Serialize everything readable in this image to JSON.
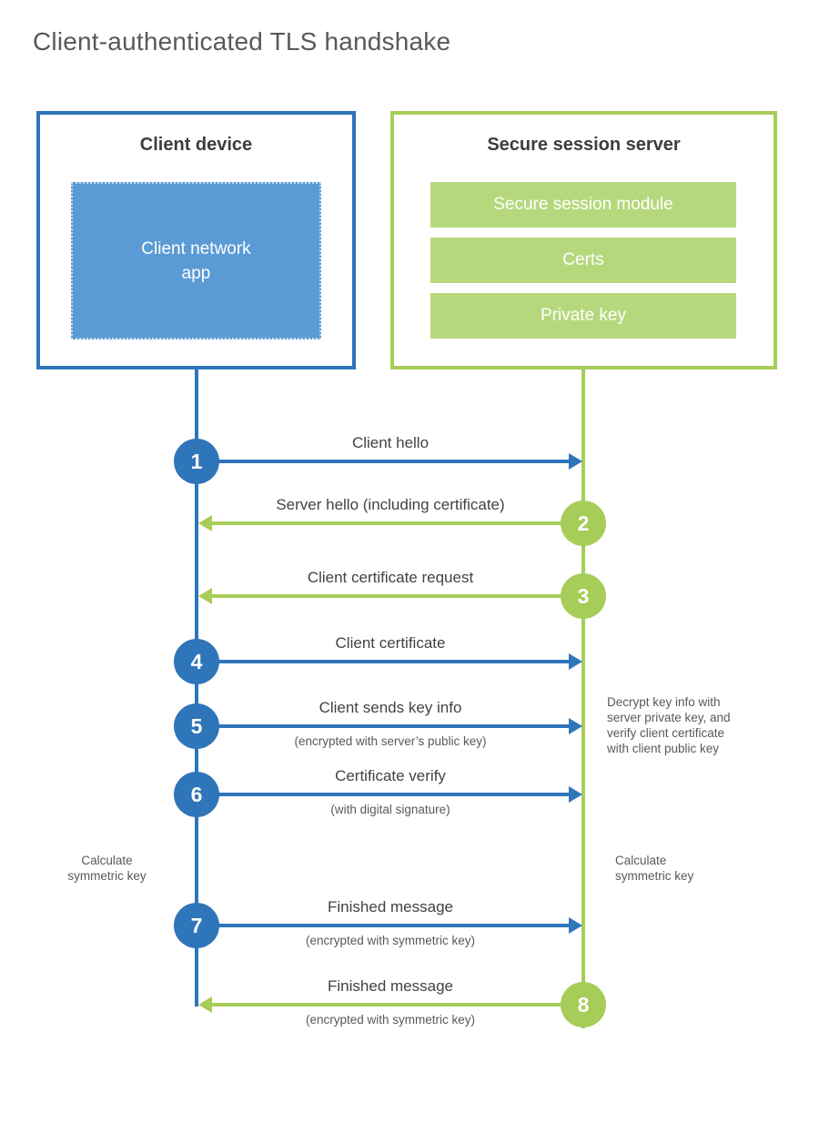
{
  "title": "Client-authenticated TLS handshake",
  "colors": {
    "blue": "#2e75b9",
    "blue_light": "#5b9bd5",
    "green": "#a6cd58",
    "green_light": "#b5d87c"
  },
  "client": {
    "title": "Client device",
    "app_label": "Client network\napp"
  },
  "server": {
    "title": "Secure session server",
    "modules": [
      "Secure session module",
      "Certs",
      "Private key"
    ]
  },
  "steps": [
    {
      "num": "1",
      "from": "client",
      "label": "Client hello",
      "sub": ""
    },
    {
      "num": "2",
      "from": "server",
      "label": "Server hello (including certificate)",
      "sub": ""
    },
    {
      "num": "3",
      "from": "server",
      "label": "Client certificate request",
      "sub": ""
    },
    {
      "num": "4",
      "from": "client",
      "label": "Client certificate",
      "sub": ""
    },
    {
      "num": "5",
      "from": "client",
      "label": "Client sends key info",
      "sub": "(encrypted with server’s public key)"
    },
    {
      "num": "6",
      "from": "client",
      "label": "Certificate verify",
      "sub": "(with digital signature)"
    },
    {
      "num": "7",
      "from": "client",
      "label": "Finished message",
      "sub": "(encrypted with symmetric key)"
    },
    {
      "num": "8",
      "from": "server",
      "label": "Finished message",
      "sub": "(encrypted with symmetric key)"
    }
  ],
  "notes": {
    "calc_left": "Calculate\nsymmetric key",
    "calc_right": "Calculate\nsymmetric key",
    "decrypt": "Decrypt key info with\nserver private key, and\nverify client certificate\nwith client public key"
  }
}
